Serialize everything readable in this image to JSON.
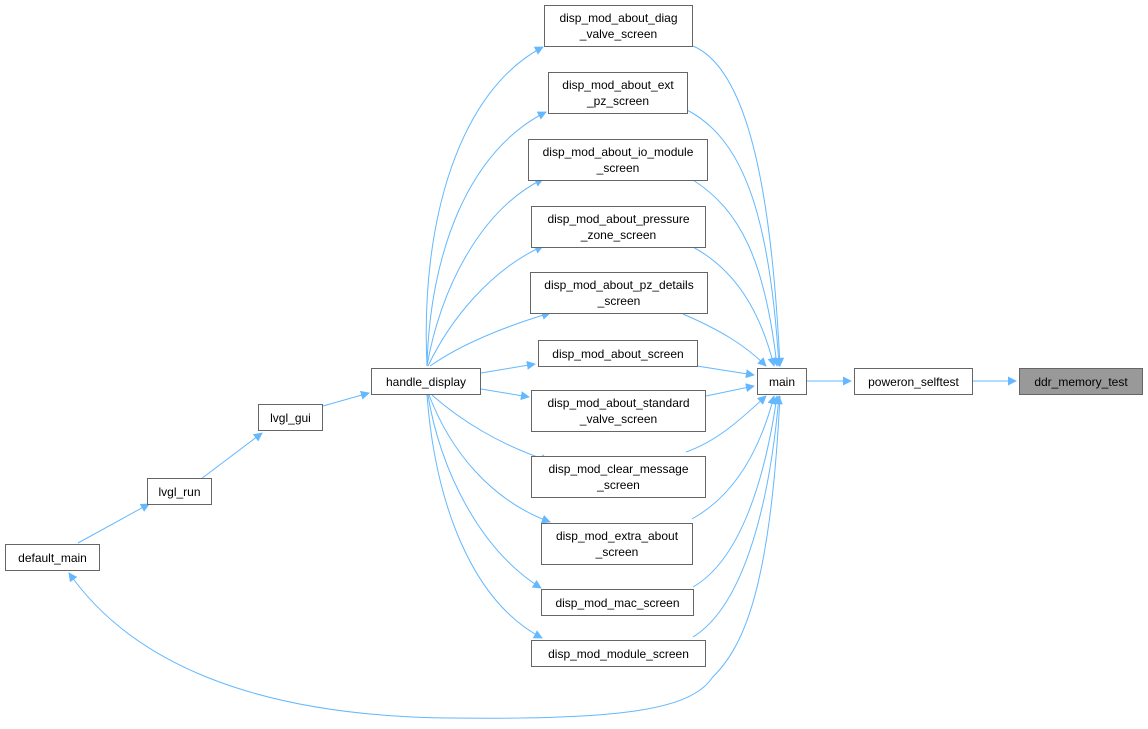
{
  "colors": {
    "edge": "#63b8ff",
    "node_border": "#666666",
    "highlight_fill": "#999999"
  },
  "nodes": {
    "ddr_memory_test": [
      "ddr_memory_test"
    ],
    "poweron_selftest": [
      "poweron_selftest"
    ],
    "main": [
      "main"
    ],
    "handle_display": [
      "handle_display"
    ],
    "lvgl_gui": [
      "lvgl_gui"
    ],
    "lvgl_run": [
      "lvgl_run"
    ],
    "default_main": [
      "default_main"
    ],
    "disp_mod_about_diag_valve_screen": [
      "disp_mod_about_diag",
      "_valve_screen"
    ],
    "disp_mod_about_ext_pz_screen": [
      "disp_mod_about_ext",
      "_pz_screen"
    ],
    "disp_mod_about_io_module_screen": [
      "disp_mod_about_io_module",
      "_screen"
    ],
    "disp_mod_about_pressure_zone_screen": [
      "disp_mod_about_pressure",
      "_zone_screen"
    ],
    "disp_mod_about_pz_details_screen": [
      "disp_mod_about_pz_details",
      "_screen"
    ],
    "disp_mod_about_screen": [
      "disp_mod_about_screen"
    ],
    "disp_mod_about_standard_valve_screen": [
      "disp_mod_about_standard",
      "_valve_screen"
    ],
    "disp_mod_clear_message_screen": [
      "disp_mod_clear_message",
      "_screen"
    ],
    "disp_mod_extra_about_screen": [
      "disp_mod_extra_about",
      "_screen"
    ],
    "disp_mod_mac_screen": [
      "disp_mod_mac_screen"
    ],
    "disp_mod_module_screen": [
      "disp_mod_module_screen"
    ]
  }
}
